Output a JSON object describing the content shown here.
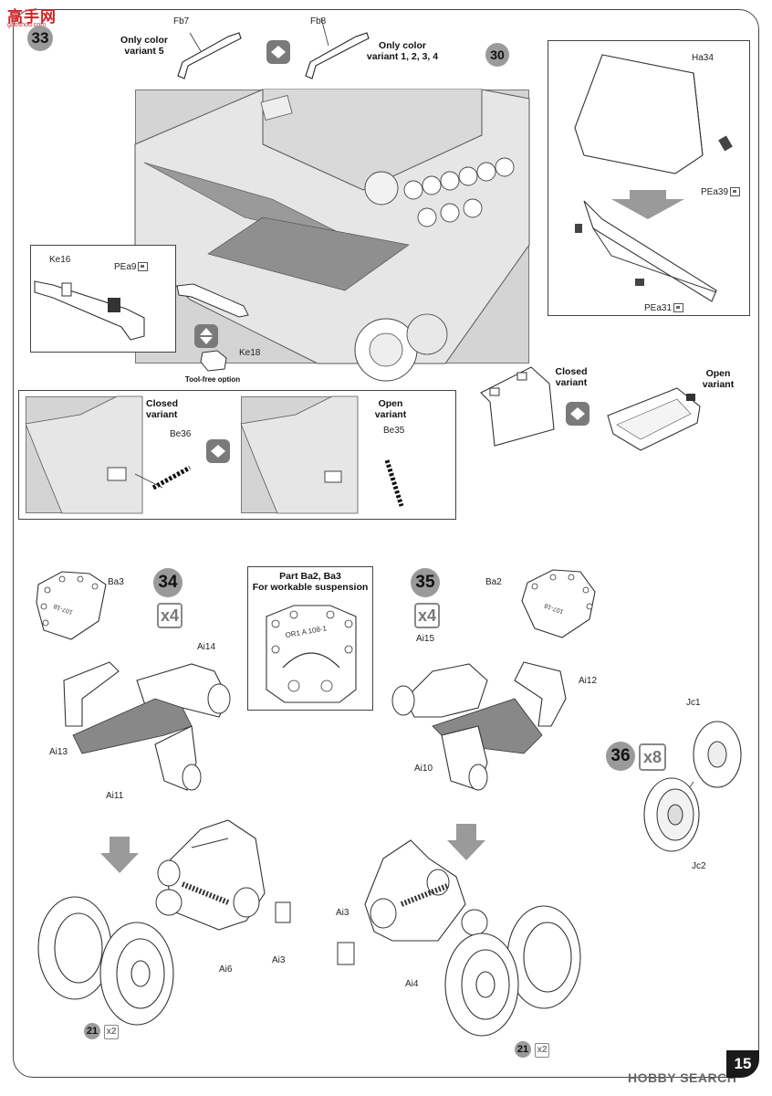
{
  "brand": {
    "name": "高手网",
    "sub": "gaoshou.com"
  },
  "page_number": "15",
  "watermark": "HOBBY SEARCH",
  "steps": {
    "s33": "33",
    "s30": "30",
    "s34": "34",
    "s35": "35",
    "s36": "36",
    "s21a": "21",
    "s21b": "21"
  },
  "multipliers": {
    "m34": "x4",
    "m35": "x4",
    "m36": "x8",
    "m21a": "x2",
    "m21b": "x2"
  },
  "variant_notes": {
    "fb7_note": "Only color\nvariant 5",
    "fb8_note": "Only color\nvariant 1, 2, 3, 4",
    "closed_variant": "Closed\nvariant",
    "open_variant": "Open\nvariant",
    "closed_variant_2": "Closed\nvariant",
    "open_variant_2": "Open\nvariant",
    "tool_free": "Tool-free option",
    "suspension_title": "Part Ba2, Ba3\nFor workable suspension"
  },
  "parts": {
    "fb7": "Fb7",
    "fb8": "Fb8",
    "ha34": "Ha34",
    "pea39": "PEa39",
    "pea31": "PEa31",
    "ke16": "Ke16",
    "pea9": "PEa9",
    "ke18": "Ke18",
    "be36": "Be36",
    "be35": "Be35",
    "ba3": "Ba3",
    "ba2": "Ba2",
    "ai14": "Ai14",
    "ai13": "Ai13",
    "ai11": "Ai11",
    "ai15": "Ai15",
    "ai12": "Ai12",
    "ai10": "Ai10",
    "jc1": "Jc1",
    "jc2": "Jc2",
    "ai6": "Ai6",
    "ai3a": "Ai3",
    "ai3b": "Ai3",
    "ai4": "Ai4"
  },
  "colors": {
    "step_badge": "#9a9a9a",
    "panel": "#d4d4d4",
    "accent_red": "#d0232a",
    "reverse_icon": "#7a7a7a"
  }
}
